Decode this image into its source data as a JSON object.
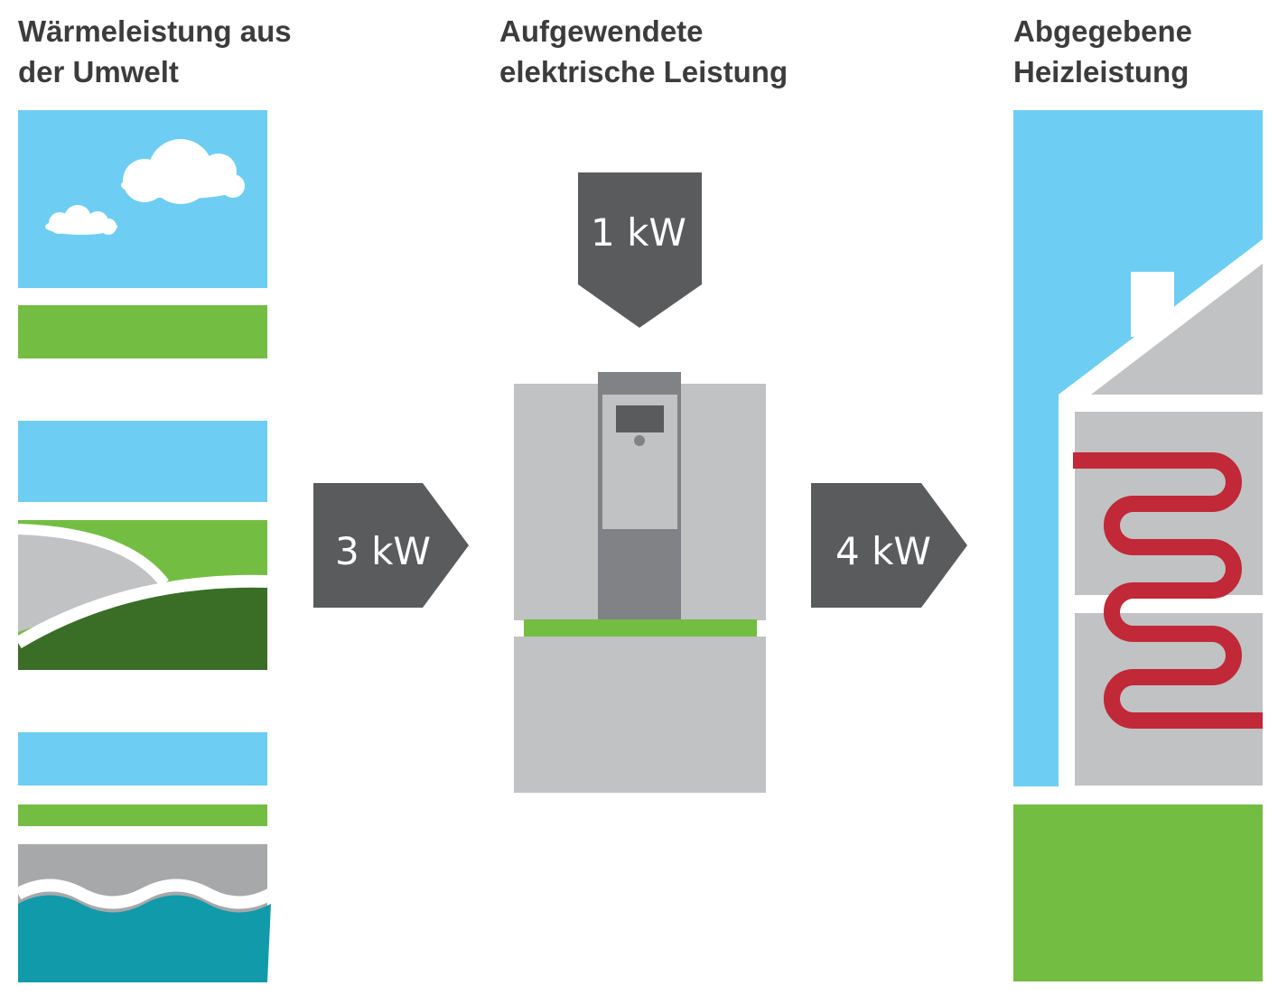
{
  "headings": {
    "environment": [
      "Wärmeleistung aus",
      "der Umwelt"
    ],
    "electric": [
      "Aufgewendete",
      "elektrische Leistung"
    ],
    "heating": [
      "Abgegebene",
      "Heizleistung"
    ]
  },
  "flows": {
    "electric_input": "1 kW",
    "environment_input": "3 kW",
    "heating_output": "4 kW"
  },
  "colors": {
    "sky": "#6ecdf3",
    "grass": "#74bd43",
    "dark_green": "#3a6e26",
    "grey_light": "#c1c2c3",
    "grey_mid": "#a7a8aa",
    "grey_dark": "#5a5b5d",
    "water": "#119aaa",
    "pipe_red": "#c12838",
    "text": "#3c3c3c"
  },
  "icons": [
    "air-source-icon",
    "ground-source-icon",
    "water-source-icon",
    "heat-pump-icon",
    "house-icon",
    "underfloor-heating-icon"
  ]
}
